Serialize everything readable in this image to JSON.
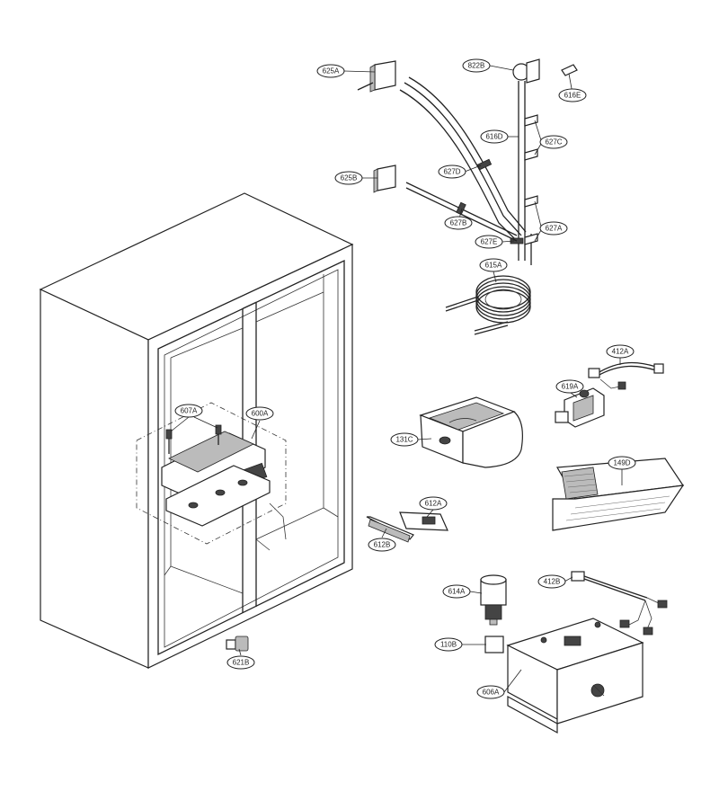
{
  "diagram": {
    "callouts": [
      {
        "id": "625A",
        "label": "625A"
      },
      {
        "id": "822B",
        "label": "822B"
      },
      {
        "id": "616E",
        "label": "616E"
      },
      {
        "id": "616D",
        "label": "616D"
      },
      {
        "id": "627C",
        "label": "627C"
      },
      {
        "id": "627D",
        "label": "627D"
      },
      {
        "id": "625B",
        "label": "625B"
      },
      {
        "id": "627B",
        "label": "627B"
      },
      {
        "id": "627A",
        "label": "627A"
      },
      {
        "id": "627E",
        "label": "627E"
      },
      {
        "id": "615A",
        "label": "615A"
      },
      {
        "id": "412A",
        "label": "412A"
      },
      {
        "id": "619A",
        "label": "619A"
      },
      {
        "id": "607A",
        "label": "607A"
      },
      {
        "id": "600A",
        "label": "600A"
      },
      {
        "id": "131C",
        "label": "131C"
      },
      {
        "id": "149D",
        "label": "149D"
      },
      {
        "id": "612A",
        "label": "612A"
      },
      {
        "id": "612B",
        "label": "612B"
      },
      {
        "id": "614A",
        "label": "614A"
      },
      {
        "id": "412B",
        "label": "412B"
      },
      {
        "id": "110B",
        "label": "110B"
      },
      {
        "id": "606A",
        "label": "606A"
      },
      {
        "id": "621B",
        "label": "621B"
      }
    ]
  }
}
